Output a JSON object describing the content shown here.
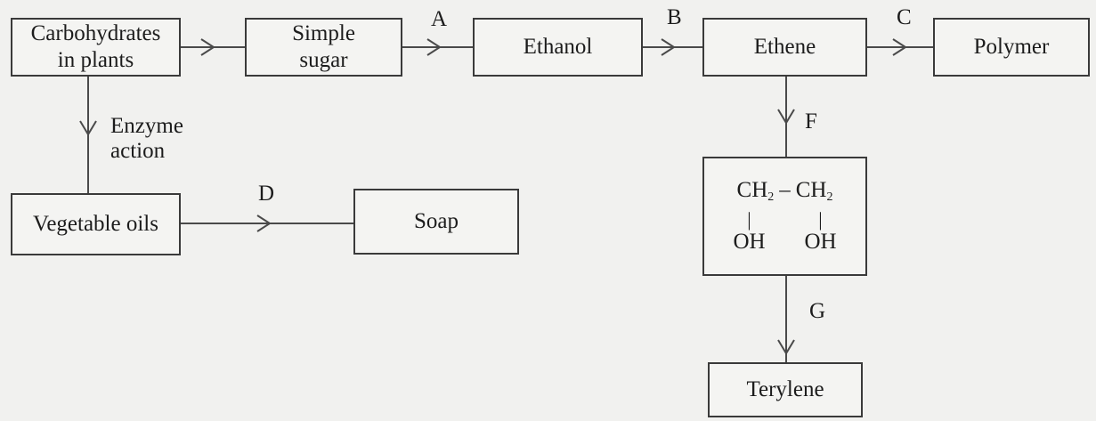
{
  "nodes": {
    "carbohydrates": [
      "Carbohydrates",
      "in plants"
    ],
    "simple_sugar": [
      "Simple",
      "sugar"
    ],
    "ethanol": "Ethanol",
    "ethene": "Ethene",
    "polymer": "Polymer",
    "vegetable_oils": "Vegetable oils",
    "soap": "Soap",
    "diol": {
      "left_main": "CH",
      "left_sub": "2",
      "dash": "–",
      "right_main": "CH",
      "right_sub": "2",
      "bond": "|",
      "left_oh": "OH",
      "right_oh": "OH"
    },
    "terylene": "Terylene"
  },
  "labels": {
    "A": "A",
    "B": "B",
    "C": "C",
    "D": "D",
    "F": "F",
    "G": "G",
    "enzyme": [
      "Enzyme",
      "action"
    ]
  }
}
